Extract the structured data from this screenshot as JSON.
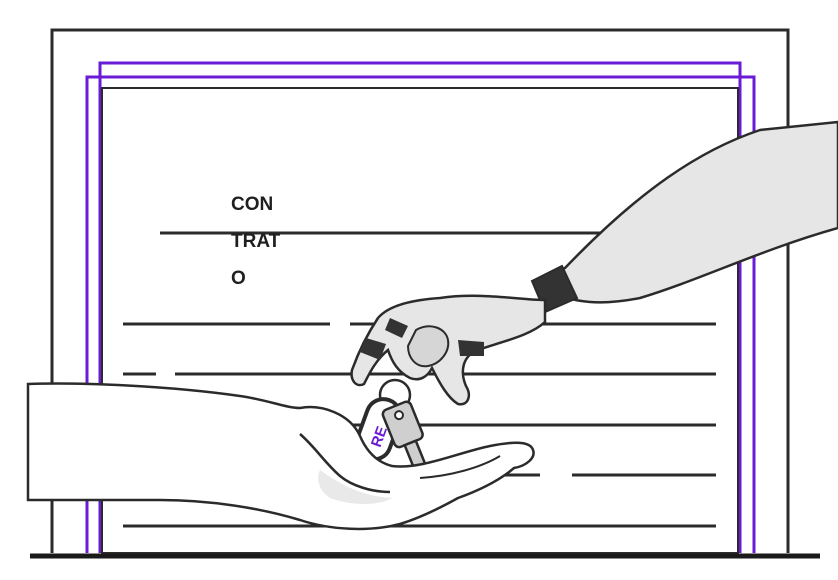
{
  "document": {
    "title_lines": [
      "CON",
      "TRAT",
      "O"
    ]
  },
  "keychain": {
    "tag_text": "RE"
  },
  "colors": {
    "ink": "#2b2b2b",
    "accent": "#6a1bd6",
    "skin": "#ffffff",
    "robot": "#e3e3e3",
    "key_metal": "#cfcfcf"
  }
}
